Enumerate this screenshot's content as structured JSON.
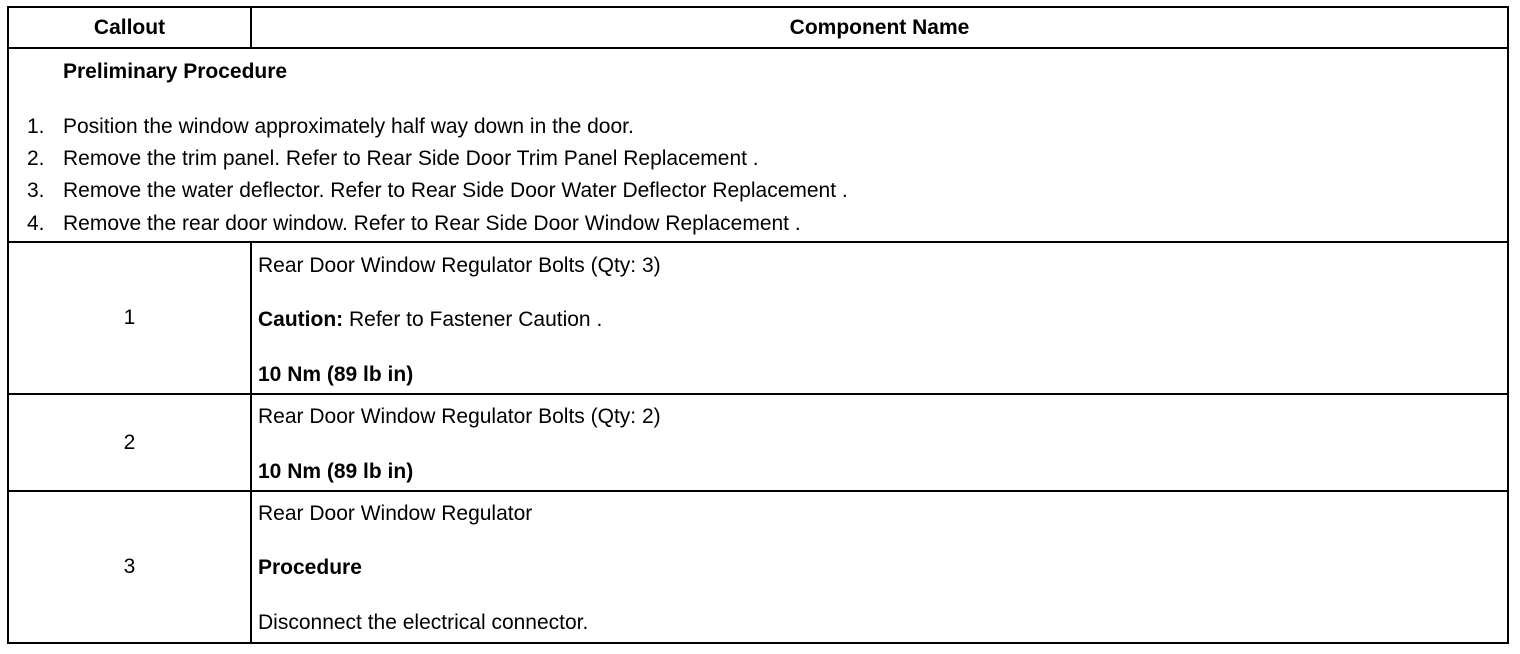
{
  "table": {
    "headers": {
      "callout": "Callout",
      "component_name": "Component Name"
    },
    "preliminary": {
      "title": "Preliminary Procedure",
      "steps": [
        {
          "num": "1.",
          "text": "Position the window approximately half way down in the door."
        },
        {
          "num": "2.",
          "text": "Remove the trim panel. Refer to Rear Side Door Trim Panel Replacement ."
        },
        {
          "num": "3.",
          "text": "Remove the water deflector. Refer to Rear Side Door Water Deflector Replacement ."
        },
        {
          "num": "4.",
          "text": "Remove the rear door window. Refer to Rear Side Door Window Replacement ."
        }
      ]
    },
    "rows": [
      {
        "callout": "1",
        "component": "Rear Door Window Regulator Bolts (Qty: 3)",
        "caution_label": "Caution:",
        "caution_text": " Refer to Fastener Caution .",
        "torque": "10 Nm (89 lb in)"
      },
      {
        "callout": "2",
        "component": "Rear Door Window Regulator Bolts (Qty: 2)",
        "torque": "10 Nm (89 lb in)"
      },
      {
        "callout": "3",
        "component": "Rear Door Window Regulator",
        "procedure_label": "Procedure",
        "procedure_text": "Disconnect the electrical connector."
      }
    ]
  }
}
